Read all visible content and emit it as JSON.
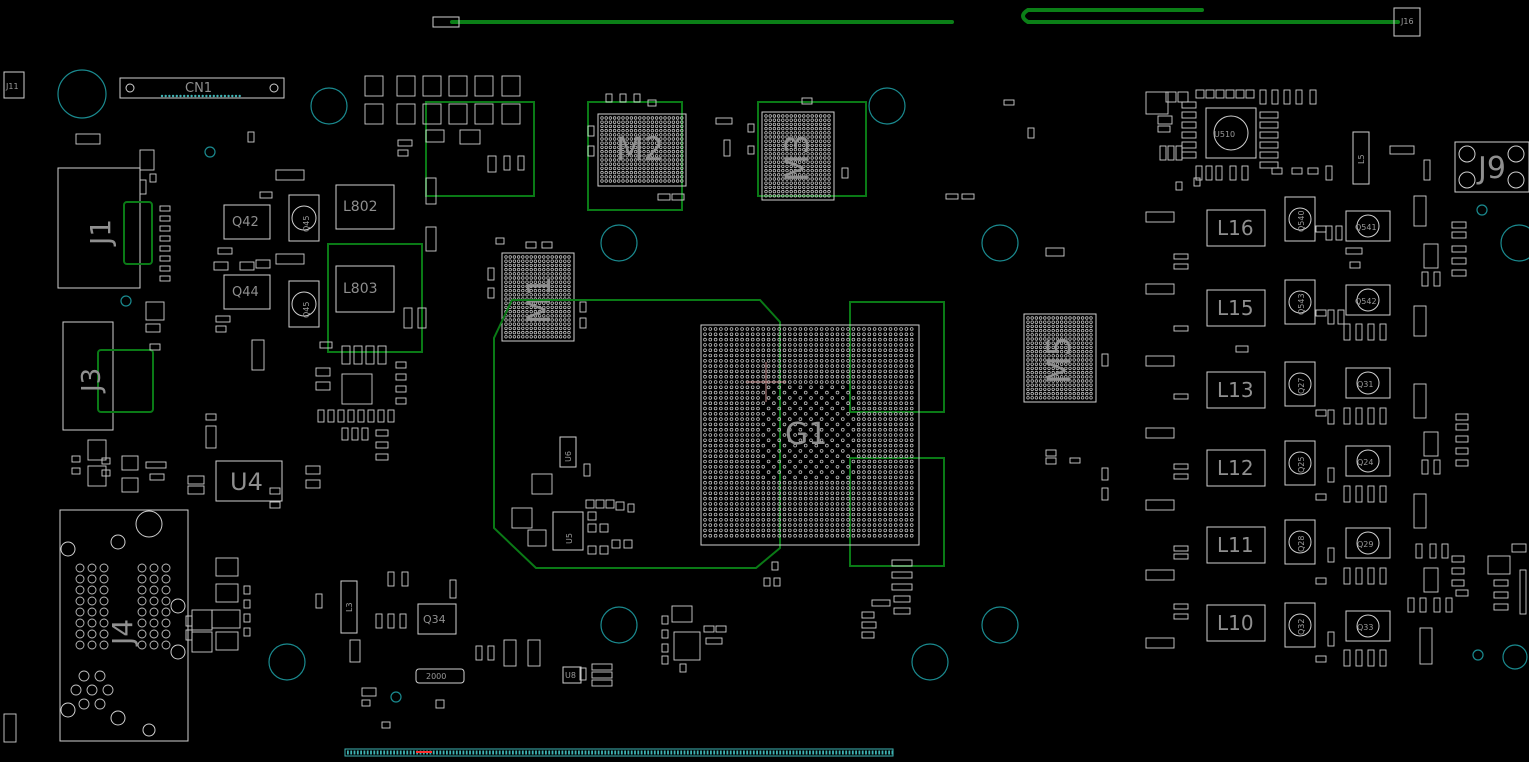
{
  "labels": {
    "cn1": "CN1",
    "j1": "J1",
    "j3": "J3",
    "j4": "J4",
    "j9": "J9",
    "u4": "U4",
    "m1": "M1",
    "m2": "M2",
    "m3": "M3",
    "m5": "M5",
    "g1": "G1",
    "l802": "L802",
    "l803": "L803",
    "q42": "Q42",
    "q44": "Q44",
    "q45a": "Q45",
    "q45b": "Q45",
    "q34": "Q34",
    "u510": "U510",
    "l16": "L16",
    "l15": "L15",
    "l13": "L13",
    "l12": "L12",
    "l11": "L11",
    "l10": "L10",
    "q540": "Q540",
    "q541": "Q541",
    "q543": "Q543",
    "q542": "Q542",
    "q27": "Q27",
    "q31": "Q31",
    "q25": "Q25",
    "q24": "Q24",
    "q28": "Q28",
    "q29": "Q29",
    "q32": "Q32",
    "q33": "Q33",
    "u5": "U5",
    "u6": "U6",
    "u8": "U8",
    "j11": "J11",
    "j16": "J16",
    "l5": "L5",
    "l3": "L3",
    "q2000": "2000"
  },
  "colors": {
    "background": "#000000",
    "silkscreen": "#cfcfcf",
    "trace": "#0a7a16",
    "hole": "#1a8a8f",
    "marker": "#c98a8a"
  }
}
